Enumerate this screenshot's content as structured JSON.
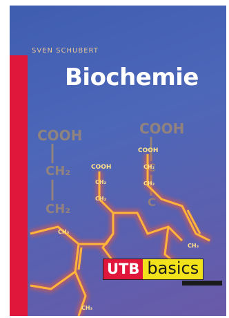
{
  "cover": {
    "author": "SVEN SCHUBERT",
    "title": "Biochemie"
  },
  "formula": {
    "cooh": "COOH",
    "ch2": "CH₂",
    "ch3": "CH₃",
    "c": "C"
  },
  "logo": {
    "utb": "UTB",
    "basics": "basics"
  },
  "colors": {
    "background": "#4d67b8",
    "strip": "#e0163a",
    "title": "#ffffff",
    "logo_yellow": "#f2e21c"
  }
}
